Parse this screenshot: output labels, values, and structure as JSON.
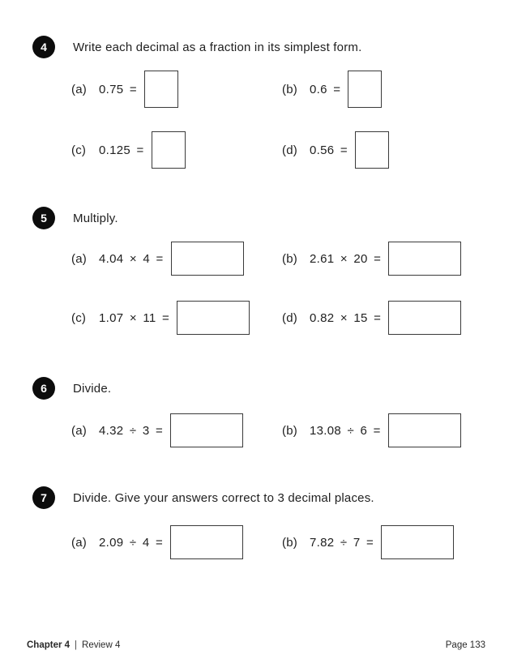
{
  "colors": {
    "background": "#ffffff",
    "text": "#212121",
    "badge_bg": "#0c0c0c",
    "badge_text": "#ffffff",
    "box_border": "#3a3a3a"
  },
  "questions": [
    {
      "number": "4",
      "prompt": "Write each decimal as a fraction in its simplest form.",
      "answer_box_shape": "square",
      "parts": [
        {
          "label": "(a)",
          "problem": "0.75 ="
        },
        {
          "label": "(b)",
          "problem": "0.6 ="
        },
        {
          "label": "(c)",
          "problem": "0.125 ="
        },
        {
          "label": "(d)",
          "problem": "0.56 ="
        }
      ]
    },
    {
      "number": "5",
      "prompt": "Multiply.",
      "answer_box_shape": "rect",
      "parts": [
        {
          "label": "(a)",
          "problem": "4.04 × 4 ="
        },
        {
          "label": "(b)",
          "problem": "2.61 × 20 ="
        },
        {
          "label": "(c)",
          "problem": "1.07 × 11 ="
        },
        {
          "label": "(d)",
          "problem": "0.82 × 15 ="
        }
      ]
    },
    {
      "number": "6",
      "prompt": "Divide.",
      "answer_box_shape": "rect",
      "parts": [
        {
          "label": "(a)",
          "problem": "4.32 ÷ 3 ="
        },
        {
          "label": "(b)",
          "problem": "13.08 ÷ 6 ="
        }
      ]
    },
    {
      "number": "7",
      "prompt": "Divide. Give your answers correct to 3 decimal places.",
      "answer_box_shape": "rect",
      "parts": [
        {
          "label": "(a)",
          "problem": "2.09 ÷ 4 ="
        },
        {
          "label": "(b)",
          "problem": "7.82 ÷ 7 ="
        }
      ]
    }
  ],
  "footer": {
    "chapter": "Chapter 4",
    "divider": "|",
    "section": "Review 4",
    "page": "Page 133"
  }
}
